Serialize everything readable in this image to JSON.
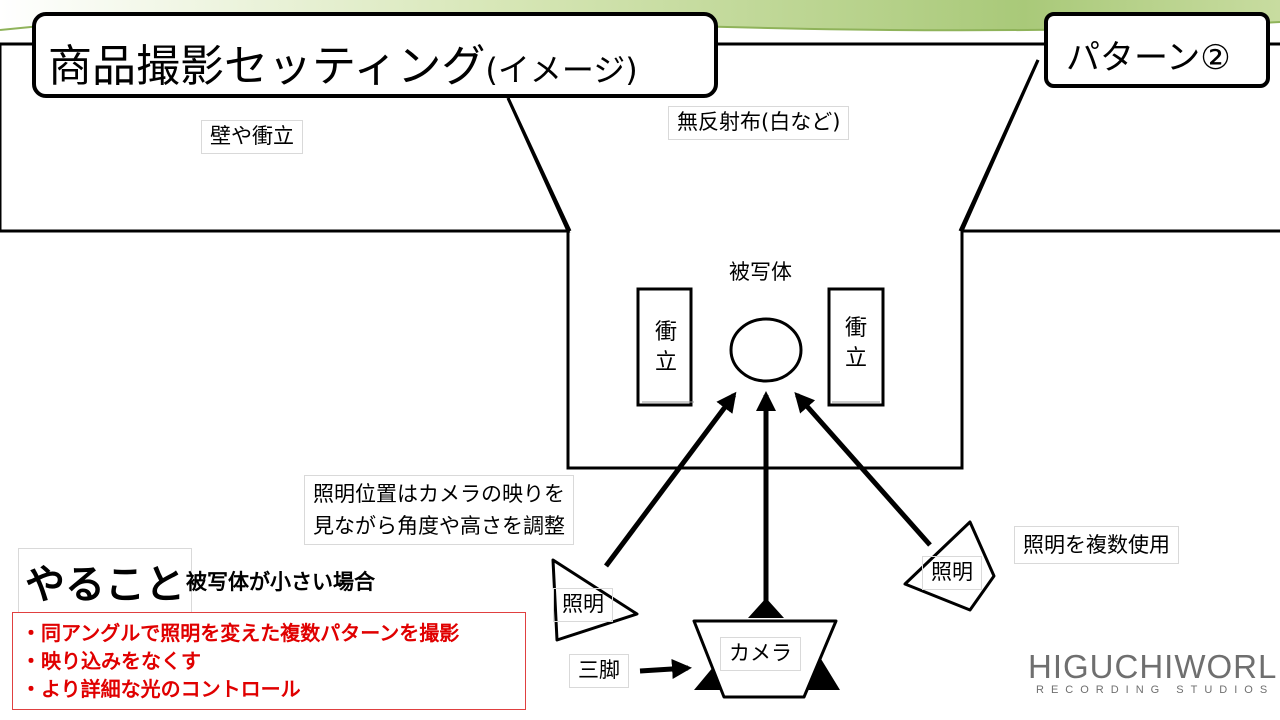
{
  "title": {
    "main": "商品撮影セッティング",
    "sub": "(イメージ)"
  },
  "pattern_label": "パターン②",
  "labels": {
    "wall": "壁や衝立",
    "backdrop": "無反射布(白など)",
    "subject": "被写体",
    "screen_left": "衝立",
    "screen_right": "衝立",
    "light_note_1": "照明位置はカメラの映りを",
    "light_note_2": "見ながら角度や高さを調整",
    "multi_light": "照明を複数使用",
    "light_left": "照明",
    "light_right": "照明",
    "camera": "カメラ",
    "tripod": "三脚"
  },
  "todo": {
    "heading": "やること",
    "case": "被写体が小さい場合",
    "items": [
      "・同アングルで照明を変えた複数パターンを撮影",
      "・映り込みをなくす",
      "・より詳細な光のコントロール"
    ]
  },
  "logo": {
    "main": "HIGUCHIWORLD",
    "sub": "RECORDING STUDIOS"
  },
  "colors": {
    "accent_red": "#e00000",
    "banner_green": "#b9d48a",
    "logo_gray": "#6f6f6f"
  }
}
